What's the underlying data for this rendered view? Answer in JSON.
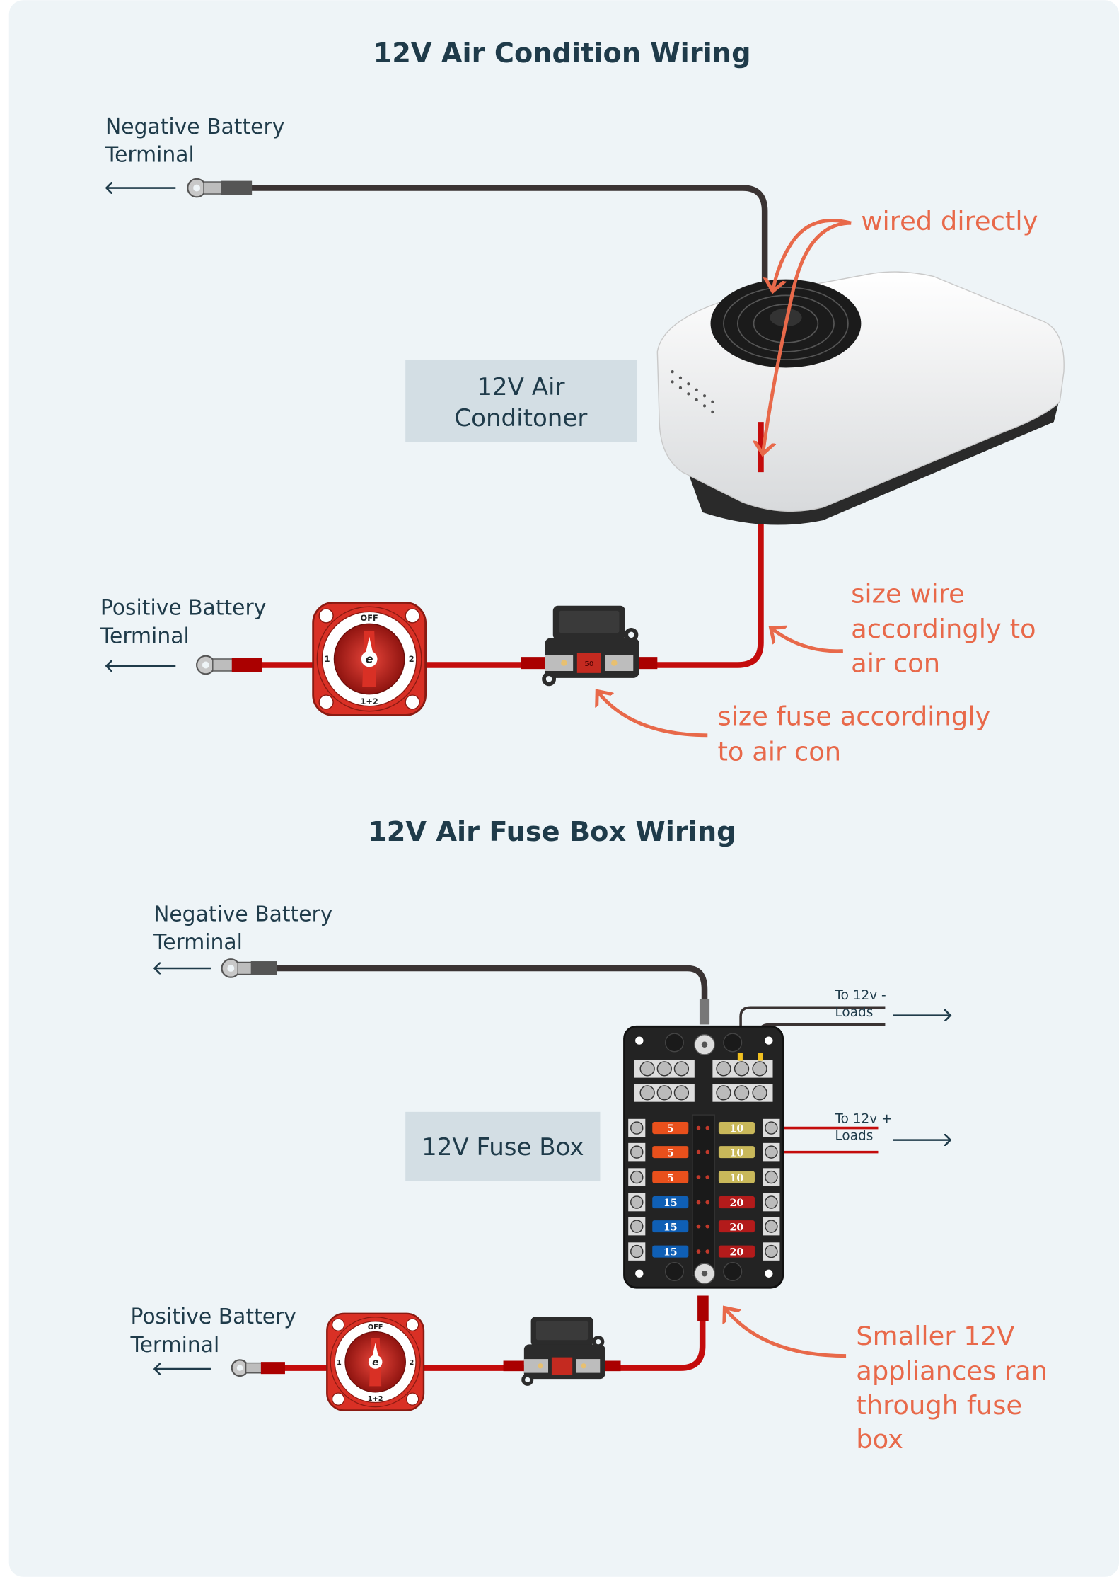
{
  "colors": {
    "background": "#eef4f7",
    "text": "#1f3b4a",
    "annotation": "#e8694a",
    "positive_wire": "#c40c0c",
    "negative_wire": "#3a3333",
    "label_box": "#d3dee4"
  },
  "section1": {
    "title": "12V Air Condition Wiring",
    "negative_terminal": [
      "Negative Battery",
      "Terminal"
    ],
    "positive_terminal": [
      "Positive Battery",
      "Terminal"
    ],
    "device_label": [
      "12V Air",
      "Conditoner"
    ],
    "note_wired": "wired directly",
    "note_wire": [
      "size wire",
      "accordingly to",
      "air con"
    ],
    "note_fuse": [
      "size fuse accordingly",
      "to air con"
    ],
    "switch": {
      "off": "OFF",
      "one": "1",
      "two": "2",
      "both": "1+2",
      "logo": "e"
    },
    "inline_fuse": "50"
  },
  "section2": {
    "title": "12V Air Fuse Box Wiring",
    "negative_terminal": [
      "Negative Battery",
      "Terminal"
    ],
    "positive_terminal": [
      "Positive Battery",
      "Terminal"
    ],
    "device_label": "12V Fuse Box",
    "neg_loads": [
      "To 12v -",
      "Loads"
    ],
    "pos_loads": [
      "To 12v +",
      "Loads"
    ],
    "note": [
      "Smaller 12V",
      "appliances ran",
      "through fuse",
      "box"
    ],
    "switch": {
      "off": "OFF",
      "one": "1",
      "two": "2",
      "both": "1+2",
      "logo": "e"
    },
    "fuses_left": [
      {
        "value": "5",
        "color": "#e8501c"
      },
      {
        "value": "5",
        "color": "#e8501c"
      },
      {
        "value": "5",
        "color": "#e8501c"
      },
      {
        "value": "15",
        "color": "#0f5fb5"
      },
      {
        "value": "15",
        "color": "#0f5fb5"
      },
      {
        "value": "15",
        "color": "#0f5fb5"
      }
    ],
    "fuses_right": [
      {
        "value": "10",
        "color": "#c9b85a"
      },
      {
        "value": "10",
        "color": "#c9b85a"
      },
      {
        "value": "10",
        "color": "#c9b85a"
      },
      {
        "value": "20",
        "color": "#b31b1b"
      },
      {
        "value": "20",
        "color": "#b31b1b"
      },
      {
        "value": "20",
        "color": "#b31b1b"
      }
    ]
  }
}
